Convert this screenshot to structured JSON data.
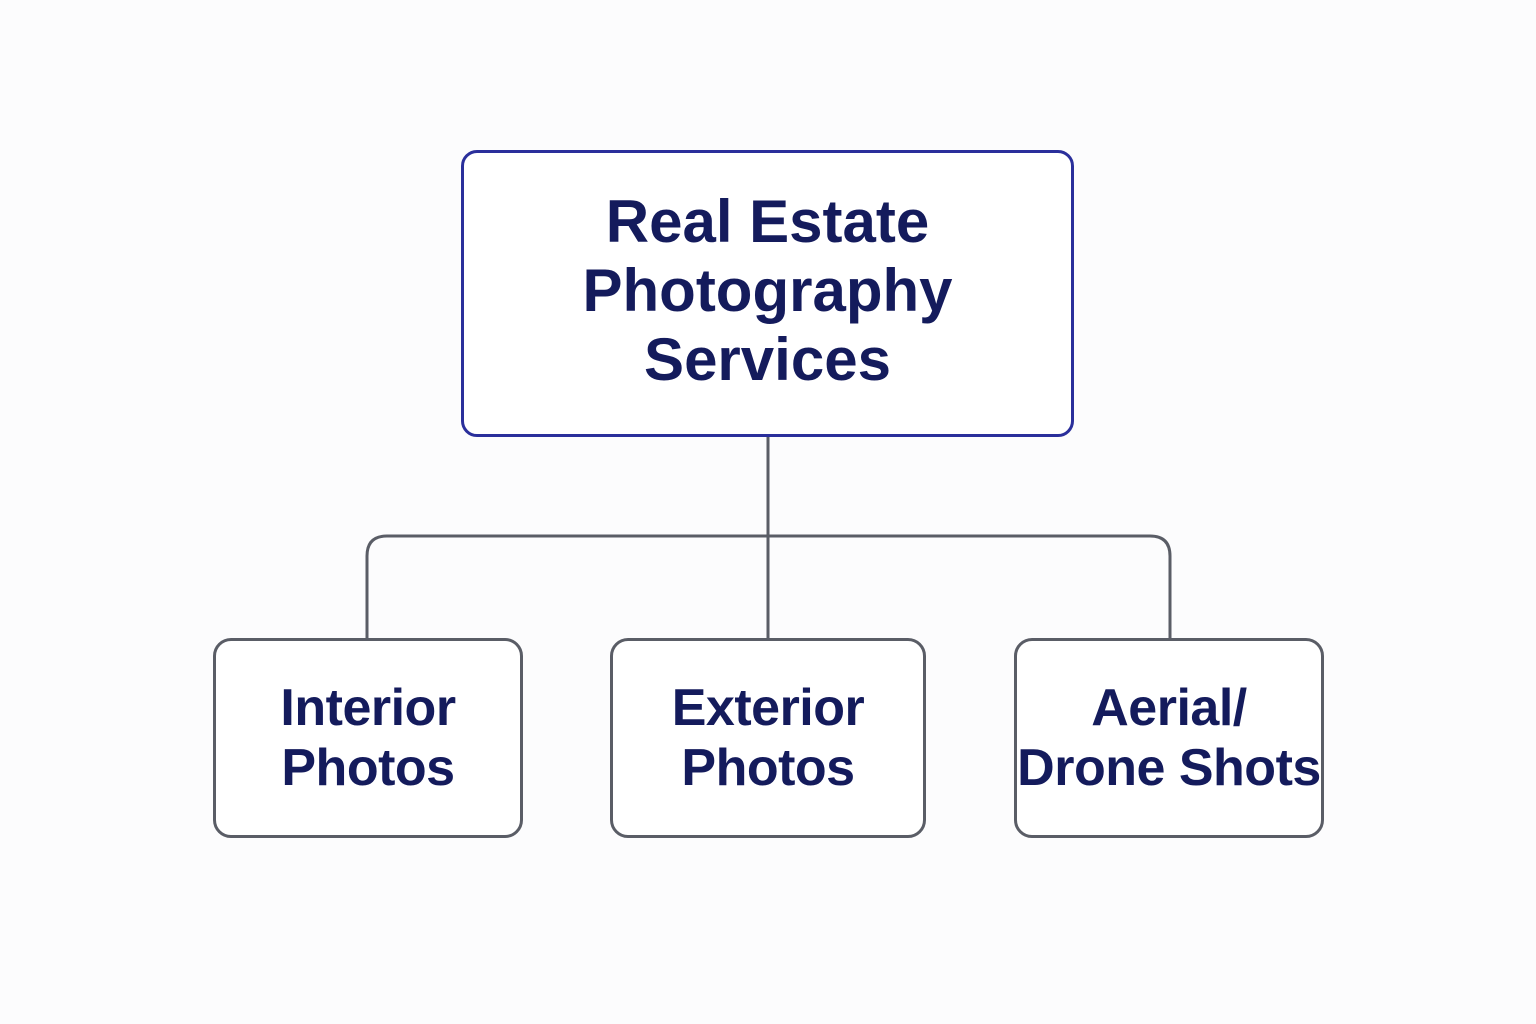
{
  "diagram": {
    "root": {
      "lines": [
        "Real Estate",
        "Photography",
        "Services"
      ]
    },
    "children": [
      {
        "lines": [
          "Interior",
          "Photos"
        ]
      },
      {
        "lines": [
          "Exterior",
          "Photos"
        ]
      },
      {
        "lines": [
          "Aerial/",
          "Drone Shots"
        ]
      }
    ]
  },
  "colors": {
    "root_border": "#2a2f9b",
    "child_border": "#5a5d66",
    "connector": "#5a5d66",
    "text": "#141b5c",
    "background": "#fcfcfd"
  }
}
